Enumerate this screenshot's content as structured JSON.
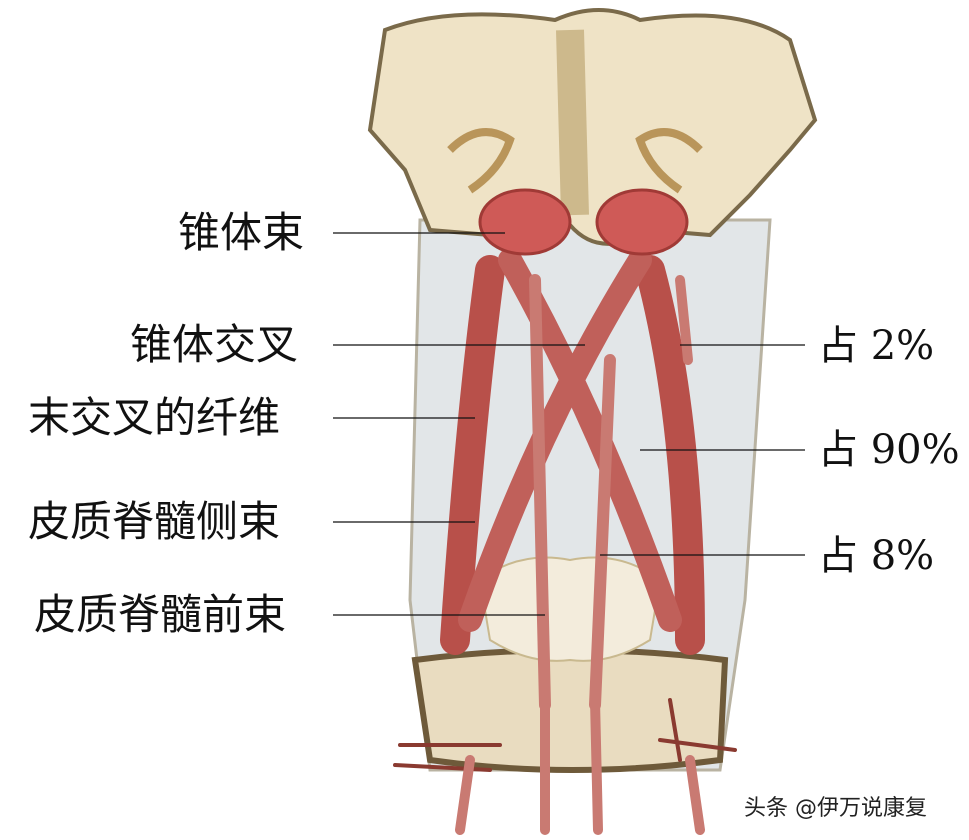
{
  "labels_left": [
    "锥体束",
    "锥体交叉",
    "末交叉的纤维",
    "皮质脊髓侧束",
    "皮质脊髓前束"
  ],
  "labels_right": [
    "占 2%",
    "占 90%",
    "占 8%"
  ],
  "watermark": "头条 @伊万说康复",
  "colors": {
    "tract": "#b8504a",
    "tissue": "#efe3c6",
    "cord": "#dfe3e6",
    "border": "#7a6a4a"
  }
}
